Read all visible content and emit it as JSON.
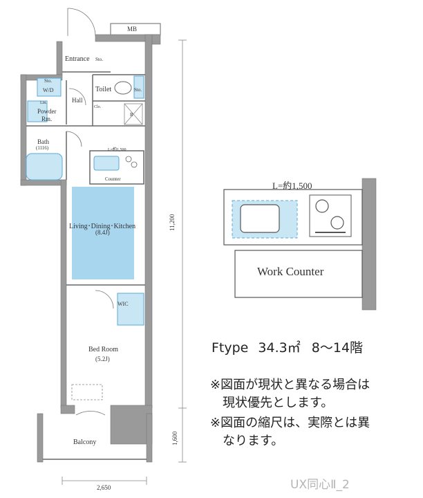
{
  "plan": {
    "labels": {
      "mb": "MB",
      "entrance": "Entrance",
      "sto_entrance": "Sto.",
      "sto_wd": "Sto.",
      "wd": "W/D",
      "lin": "Lin.",
      "powder": "Powder",
      "powder_rm": "Rm.",
      "toilet": "Toilet",
      "sto_toilet": "Sto.",
      "hall": "Hall",
      "clo": "Clo.",
      "r": "R",
      "bath": "Bath",
      "bath_size": "(1116)",
      "l_small": "L=約1,500",
      "counter": "Counter",
      "ldk": "Living･Dining･Kitchen",
      "ldk_size": "(8.4J)",
      "wic": "WIC",
      "bedroom": "Bed Room",
      "bedroom_size": "(5.2J)",
      "balcony": "Balcony"
    },
    "dimensions": {
      "height_main": "11,200",
      "height_balcony": "1,600",
      "width": "2,650"
    }
  },
  "detail": {
    "l_label": "L=約1,500",
    "work_counter": "Work Counter"
  },
  "info": {
    "ftype": "Ftype",
    "area": "34.3㎡",
    "floors": "8～14階",
    "note1_line1": "※図面が現状と異なる場合は",
    "note1_line2": "現状優先とします。",
    "note2_line1": "※図面の縮尺は、実際とは異",
    "note2_line2": "なります。",
    "code": "UX同心Ⅱ_2"
  },
  "colors": {
    "wall": "#9a9a9a",
    "line": "#555555",
    "blue_fill": "#c9e6f5",
    "blue_strong": "#a9d6ef",
    "blue_stroke": "#5aa9d6"
  }
}
